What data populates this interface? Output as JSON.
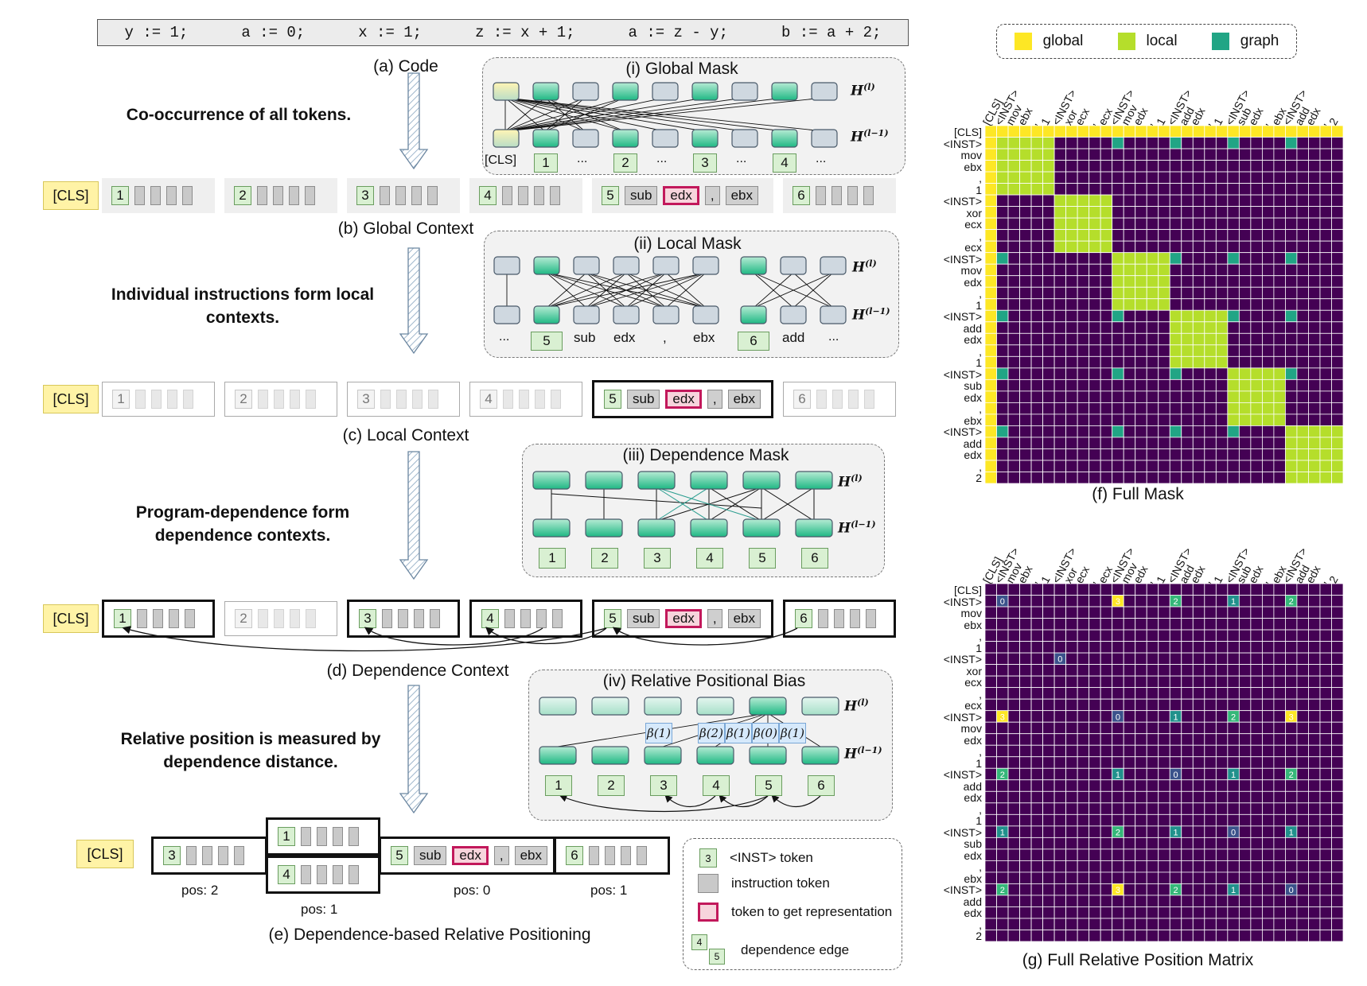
{
  "code": {
    "statements": [
      "y := 1;",
      "a := 0;",
      "x := 1;",
      "z := x + 1;",
      "a := z - y;",
      "b := a + 2;"
    ],
    "caption": "(a) Code"
  },
  "steps": {
    "global_text": "Co-occurrence of all tokens.",
    "local_text_1": "Individual instructions form local",
    "local_text_2": "contexts.",
    "dep_text_1": "Program-dependence form",
    "dep_text_2": "dependence contexts.",
    "rel_text_1": "Relative position is measured by",
    "rel_text_2": "dependence distance."
  },
  "captions": {
    "b": "(b) Global Context",
    "c": "(c) Local Context",
    "d": "(d) Dependence Context",
    "e": "(e) Dependence-based Relative Positioning",
    "f": "(f) Full Mask",
    "g": "(g) Full Relative Position Matrix"
  },
  "panels": {
    "global_mask": "(i) Global Mask",
    "local_mask": "(ii) Local Mask",
    "dependence_mask": "(iii) Dependence Mask",
    "relative_bias": "(iv) Relative Positional Bias",
    "h_l": "H",
    "h_sup_l": "(l)",
    "h_sup_l1": "(l−1)"
  },
  "panel_tokens": {
    "global": [
      "[CLS]",
      "1",
      "...",
      "2",
      "...",
      "3",
      "...",
      "4",
      "..."
    ],
    "local": [
      "...",
      "5",
      "sub",
      "edx",
      ",",
      "ebx",
      "6",
      "add",
      "..."
    ],
    "dep": [
      "1",
      "2",
      "3",
      "4",
      "5",
      "6"
    ],
    "betas": [
      "β(1)",
      "β(2)",
      "β(1)",
      "β(0)",
      "β(1)"
    ]
  },
  "sequence": {
    "cls": "[CLS]",
    "numbers": [
      "1",
      "2",
      "3",
      "4",
      "5",
      "6"
    ],
    "instr5": [
      "sub",
      "edx",
      ",",
      "ebx"
    ]
  },
  "positions": {
    "pos2": "pos: 2",
    "pos1a": "pos: 1",
    "pos0": "pos: 0",
    "pos1b": "pos: 1"
  },
  "legend": {
    "inst_sample": "3",
    "inst_token": "<INST> token",
    "instruction_token": "instruction token",
    "target_token": "token to get representation",
    "edge_a": "4",
    "edge_b": "5",
    "dependence_edge": "dependence edge"
  },
  "mask_legend": [
    "global",
    "local",
    "graph"
  ],
  "colors": {
    "global": "#fde725",
    "local": "#b5de2b",
    "graph": "#21a585",
    "bg": "#440154",
    "inst_green": "#d9f0d2",
    "highlight": "#c2185b"
  },
  "matrix": {
    "row_labels": [
      "[CLS]",
      "<INST>",
      "mov",
      "ebx",
      ",",
      "1",
      "<INST>",
      "xor",
      "ecx",
      ",",
      "ecx",
      "<INST>",
      "mov",
      "edx",
      ",",
      "1",
      "<INST>",
      "add",
      "edx",
      ",",
      "1",
      "<INST>",
      "sub",
      "edx",
      ",",
      "ebx",
      "<INST>",
      "add",
      "edx",
      ",",
      "2"
    ],
    "col_labels": [
      "[CLS]",
      "<INST>",
      "mov",
      "ebx",
      ",",
      "1",
      "<INST>",
      "xor",
      "ecx",
      ",",
      "ecx",
      "<INST>",
      "mov",
      "edx",
      ",",
      "1",
      "<INST>",
      "add",
      "edx",
      ",",
      "1",
      "<INST>",
      "sub",
      "edx",
      ",",
      "ebx",
      "<INST>",
      "add",
      "edx",
      ",",
      "2"
    ],
    "inst_indices": [
      1,
      6,
      11,
      16,
      21,
      26
    ],
    "local_blocks": [
      [
        1,
        5
      ],
      [
        6,
        10
      ],
      [
        11,
        15
      ],
      [
        16,
        20
      ],
      [
        21,
        25
      ],
      [
        26,
        30
      ]
    ],
    "graph_pairs": [
      [
        1,
        11
      ],
      [
        1,
        16
      ],
      [
        1,
        21
      ],
      [
        1,
        26
      ],
      [
        11,
        1
      ],
      [
        11,
        16
      ],
      [
        11,
        21
      ],
      [
        11,
        26
      ],
      [
        16,
        1
      ],
      [
        16,
        11
      ],
      [
        16,
        21
      ],
      [
        16,
        26
      ],
      [
        21,
        1
      ],
      [
        21,
        11
      ],
      [
        21,
        16
      ],
      [
        21,
        26
      ],
      [
        26,
        1
      ],
      [
        26,
        11
      ],
      [
        26,
        16
      ],
      [
        26,
        21
      ]
    ],
    "relpos": [
      {
        "r": 1,
        "c": 1,
        "v": "0"
      },
      {
        "r": 1,
        "c": 11,
        "v": "3"
      },
      {
        "r": 1,
        "c": 16,
        "v": "2"
      },
      {
        "r": 1,
        "c": 21,
        "v": "1"
      },
      {
        "r": 1,
        "c": 26,
        "v": "2"
      },
      {
        "r": 6,
        "c": 6,
        "v": "0"
      },
      {
        "r": 11,
        "c": 1,
        "v": "3"
      },
      {
        "r": 11,
        "c": 11,
        "v": "0"
      },
      {
        "r": 11,
        "c": 16,
        "v": "1"
      },
      {
        "r": 11,
        "c": 21,
        "v": "2"
      },
      {
        "r": 11,
        "c": 26,
        "v": "3"
      },
      {
        "r": 16,
        "c": 1,
        "v": "2"
      },
      {
        "r": 16,
        "c": 11,
        "v": "1"
      },
      {
        "r": 16,
        "c": 16,
        "v": "0"
      },
      {
        "r": 16,
        "c": 21,
        "v": "1"
      },
      {
        "r": 16,
        "c": 26,
        "v": "2"
      },
      {
        "r": 21,
        "c": 1,
        "v": "1"
      },
      {
        "r": 21,
        "c": 11,
        "v": "2"
      },
      {
        "r": 21,
        "c": 16,
        "v": "1"
      },
      {
        "r": 21,
        "c": 21,
        "v": "0"
      },
      {
        "r": 21,
        "c": 26,
        "v": "1"
      },
      {
        "r": 26,
        "c": 1,
        "v": "2"
      },
      {
        "r": 26,
        "c": 11,
        "v": "3"
      },
      {
        "r": 26,
        "c": 16,
        "v": "2"
      },
      {
        "r": 26,
        "c": 21,
        "v": "1"
      },
      {
        "r": 26,
        "c": 26,
        "v": "0"
      }
    ]
  }
}
